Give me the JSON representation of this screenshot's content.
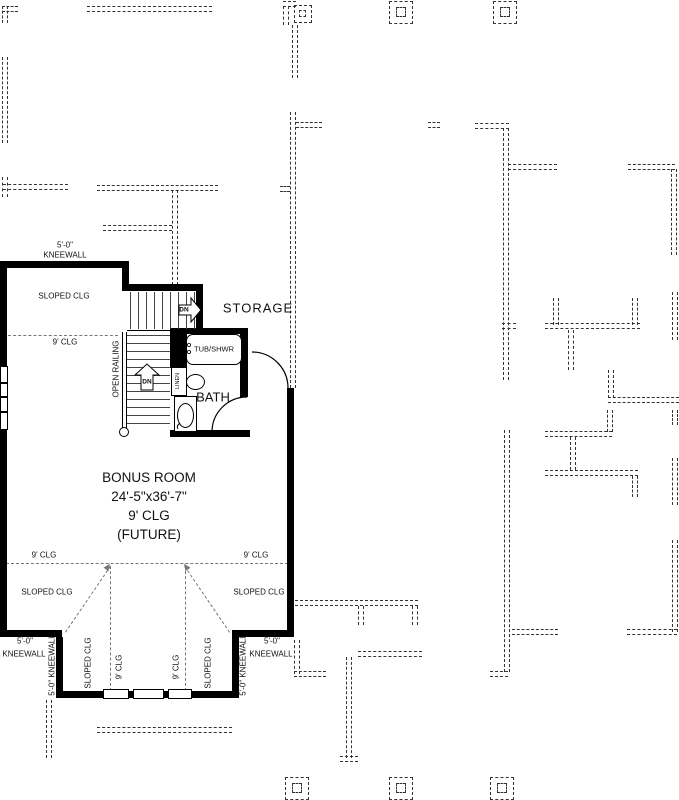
{
  "drawing": {
    "title_context": "second floor bonus room plan",
    "labels": {
      "kneewall_length": "5'-0\"",
      "kneewall": "KNEEWALL",
      "kneewall_full": "5'-0\" KNEEWALL",
      "sloped_ceiling": "SLOPED CLG",
      "nine_ft_ceiling": "9' CLG",
      "storage": "STORAGE",
      "tub_shower": "TUB/SHWR",
      "bath": "BATH",
      "linen": "LINEN",
      "down": "DN",
      "open_railing": "OPEN RAILING"
    },
    "bonus_room": {
      "name": "BONUS ROOM",
      "dimensions": "24'-5\"x36'-7\"",
      "ceiling": "9' CLG",
      "status": "(FUTURE)"
    },
    "colors": {
      "wall": "#000000",
      "dashed_below": "#333333",
      "ceiling_break": "#777777",
      "background": "#ffffff"
    }
  }
}
